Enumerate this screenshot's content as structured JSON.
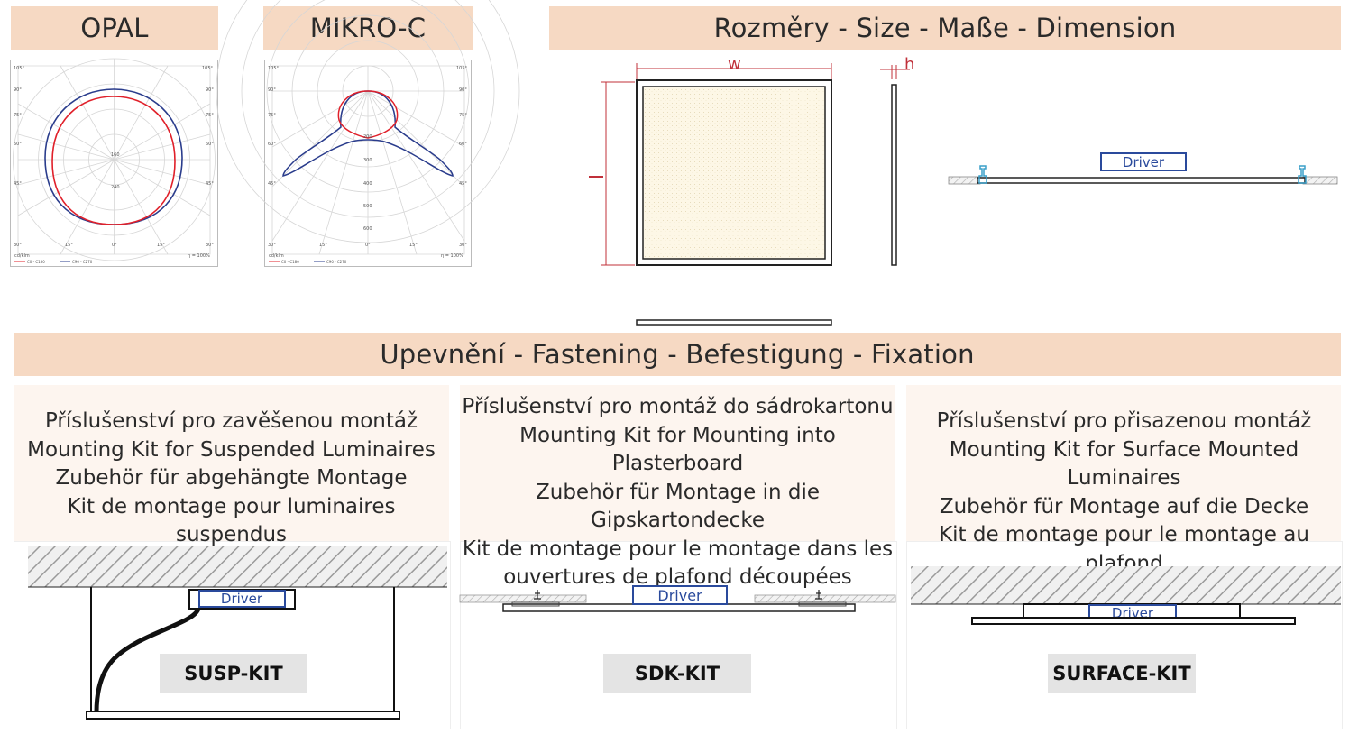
{
  "top_headers": {
    "opal": "OPAL",
    "mikro": "MIKRO-C",
    "dimension": "Rozměry - Size - Maße - Dimension"
  },
  "polar": {
    "angles_left": [
      "105°",
      "90°",
      "75°",
      "60°",
      "45°",
      "30°"
    ],
    "angles_right": [
      "105°",
      "90°",
      "75°",
      "60°",
      "45°",
      "30°"
    ],
    "angles_bottom": [
      "30°",
      "15°",
      "0°",
      "15°",
      "30°"
    ],
    "unit": "cd/klm",
    "efficiency": "η = 100%",
    "legend_c0": "C0 - C180",
    "legend_c90": "C90 - C270",
    "opal_rings": [
      "160",
      "240"
    ],
    "mikro_rings": [
      "200",
      "300",
      "400",
      "500",
      "600"
    ],
    "colors": {
      "c0": "#e0202a",
      "c90": "#2a3c8c"
    }
  },
  "dimension": {
    "w": "w",
    "h": "h",
    "l": "l",
    "driver": "Driver",
    "marker_color": "#c0303a"
  },
  "fastening_header": "Upevnění - Fastening - Befestigung - Fixation",
  "kits": [
    {
      "lines": [
        "Příslušenství pro zavěšenou montáž",
        "Mounting Kit for Suspended Luminaires",
        "Zubehör für abgehängte Montage",
        "Kit de montage pour luminaires suspendus"
      ],
      "driver": "Driver",
      "name": "SUSP-KIT"
    },
    {
      "lines": [
        "Příslušenství pro montáž do sádrokartonu",
        "Mounting Kit for Mounting into Plasterboard",
        "Zubehör für Montage in die Gipskartondecke",
        "Kit de montage pour le montage dans les",
        "ouvertures de plafond découpées"
      ],
      "driver": "Driver",
      "name": "SDK-KIT"
    },
    {
      "lines": [
        "Příslušenství pro přisazenou montáž",
        "Mounting Kit for Surface Mounted Luminaires",
        "Zubehör für Montage auf die Decke",
        "Kit de montage pour le montage au plafond"
      ],
      "driver": "Driver",
      "name": "SURFACE-KIT"
    }
  ]
}
